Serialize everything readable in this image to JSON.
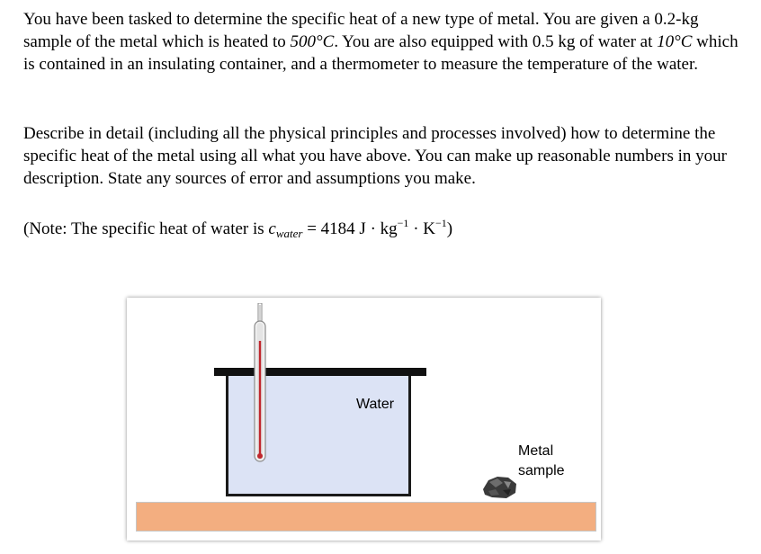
{
  "problem": {
    "paragraph1": {
      "t1": "You have been tasked to determine the specific heat of a new type of metal. You are given a 0.2-kg sample of the metal which is heated to ",
      "temp_hot": "500°C",
      "t2": ". You are also equipped with 0.5 kg of water at ",
      "temp_water": "10°C",
      "t3": " which is contained in an insulating container, and a thermometer to measure the temperature of the water."
    },
    "paragraph2": "Describe in detail (including all the physical principles and processes involved) how to determine the specific heat of the metal using all what you have above. You can make up reasonable numbers in your description. State any sources of error and assumptions you make.",
    "note": {
      "prefix": "(Note: The specific heat of water is ",
      "symbol": "c",
      "subscript": "water",
      "equals": " = 4184 J · kg",
      "exp1": "−1",
      "mid": " · K",
      "exp2": "−1",
      "suffix": ")"
    }
  },
  "figure": {
    "water_label": "Water",
    "metal_label_line1": "Metal",
    "metal_label_line2": "sample",
    "colors": {
      "water": "#dce3f5",
      "bench": "#f3ae80",
      "mercury": "#c0272d",
      "container_outline": "#1a1a1a"
    }
  }
}
